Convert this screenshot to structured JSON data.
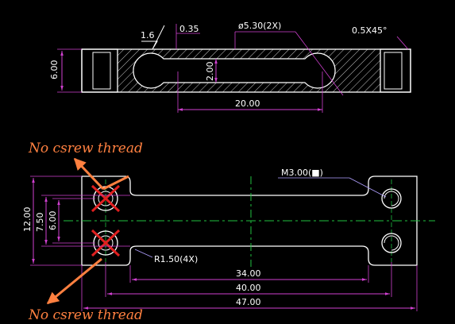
{
  "colors": {
    "background": "#000000",
    "outline": "#ffffff",
    "dimension": "#d040d0",
    "centerline": "#20c040",
    "hatch": "#c8c8c8",
    "annotation": "#ff8040",
    "cross": "#e02020",
    "callout": "#b0a0ff"
  },
  "side_view": {
    "surface_finish": "1.6",
    "offset_dim": "0.35",
    "hole_callout": "ø5.30(2X)",
    "chamfer": "0.5X45°",
    "height_dim": "6.00",
    "slot_height_dim": "2.00",
    "hole_spacing_dim": "20.00"
  },
  "top_view": {
    "thread_callout": "M3.00(■)",
    "radius_callout": "R1.50(4X)",
    "width_dim": "12.00",
    "inner_dim_a": "7.50",
    "inner_dim_b": "6.00",
    "dim_34": "34.00",
    "dim_40": "40.00",
    "dim_47": "47.00"
  },
  "annotations": {
    "top_note": "No csrew thread",
    "bottom_note": "No csrew thread"
  }
}
